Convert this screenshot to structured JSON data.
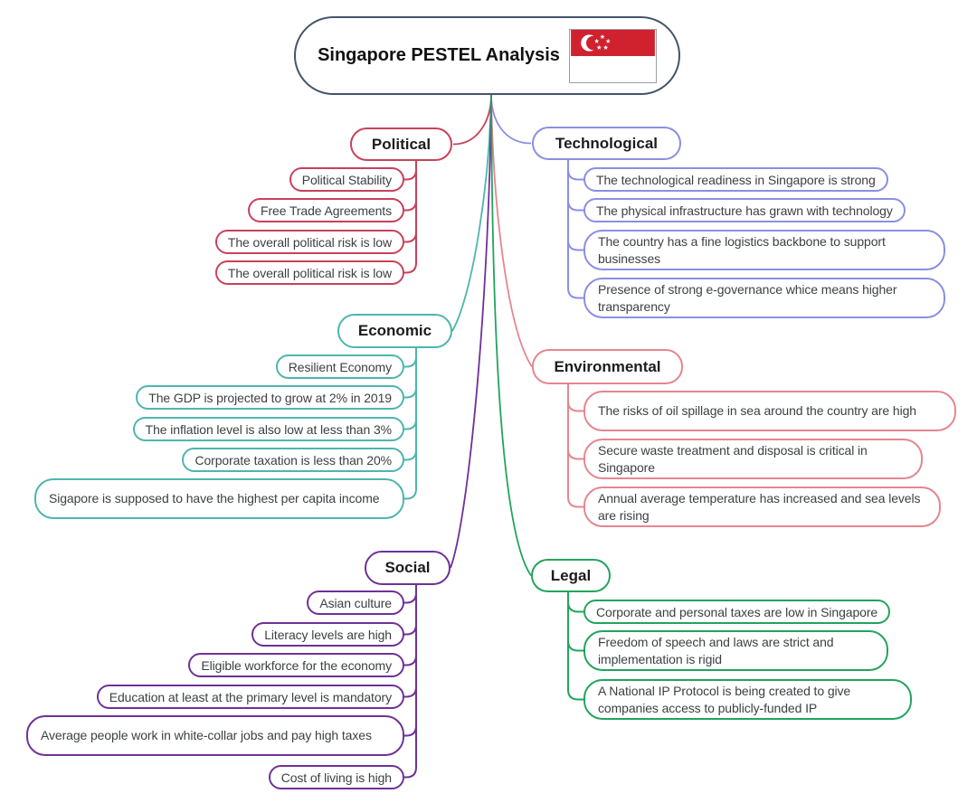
{
  "root": {
    "title": "Singapore PESTEL Analysis",
    "flag_icon": "singapore-flag",
    "border_color": "#44546a",
    "flag_colors": {
      "red": "#d0212f",
      "white": "#ffffff"
    }
  },
  "branches": [
    {
      "id": "political",
      "label": "Political",
      "color": "#c8415b",
      "side": "left",
      "children": [
        "Political Stability",
        "Free Trade Agreements",
        "The overall political risk is low",
        "The overall political risk is low"
      ]
    },
    {
      "id": "technological",
      "label": "Technological",
      "color": "#8a8fe2",
      "side": "right",
      "children": [
        "The technological readiness in Singapore is strong",
        "The physical infrastructure has grawn with technology",
        "The country has a fine logistics backbone to support businesses",
        "Presence of strong e-governance whice means higher transparency"
      ]
    },
    {
      "id": "economic",
      "label": "Economic",
      "color": "#4db6ae",
      "side": "left",
      "children": [
        "Resilient Economy",
        "The GDP is projected to grow at 2% in 2019",
        "The inflation level is also low at less than 3%",
        "Corporate taxation is less than 20%",
        "Sigapore is supposed to have the highest per capita income"
      ]
    },
    {
      "id": "environmental",
      "label": "Environmental",
      "color": "#e5868f",
      "side": "right",
      "children": [
        "The risks of oil spillage in sea around the country are high",
        "Secure waste treatment and disposal is critical in Singapore",
        "Annual average temperature has increased and sea levels are rising"
      ]
    },
    {
      "id": "social",
      "label": "Social",
      "color": "#6f3198",
      "side": "left",
      "children": [
        "Asian culture",
        "Literacy levels are high",
        "Eligible workforce for the economy",
        "Education at least at the primary level is mandatory",
        "Average people work in white-collar jobs and pay high taxes",
        "Cost of living is high"
      ]
    },
    {
      "id": "legal",
      "label": "Legal",
      "color": "#22a45c",
      "side": "right",
      "children": [
        "Corporate and personal taxes are low in Singapore",
        "Freedom of speech and laws are strict and implementation is rigid",
        "A National IP Protocol is being created to give companies access to publicly-funded IP"
      ]
    }
  ]
}
